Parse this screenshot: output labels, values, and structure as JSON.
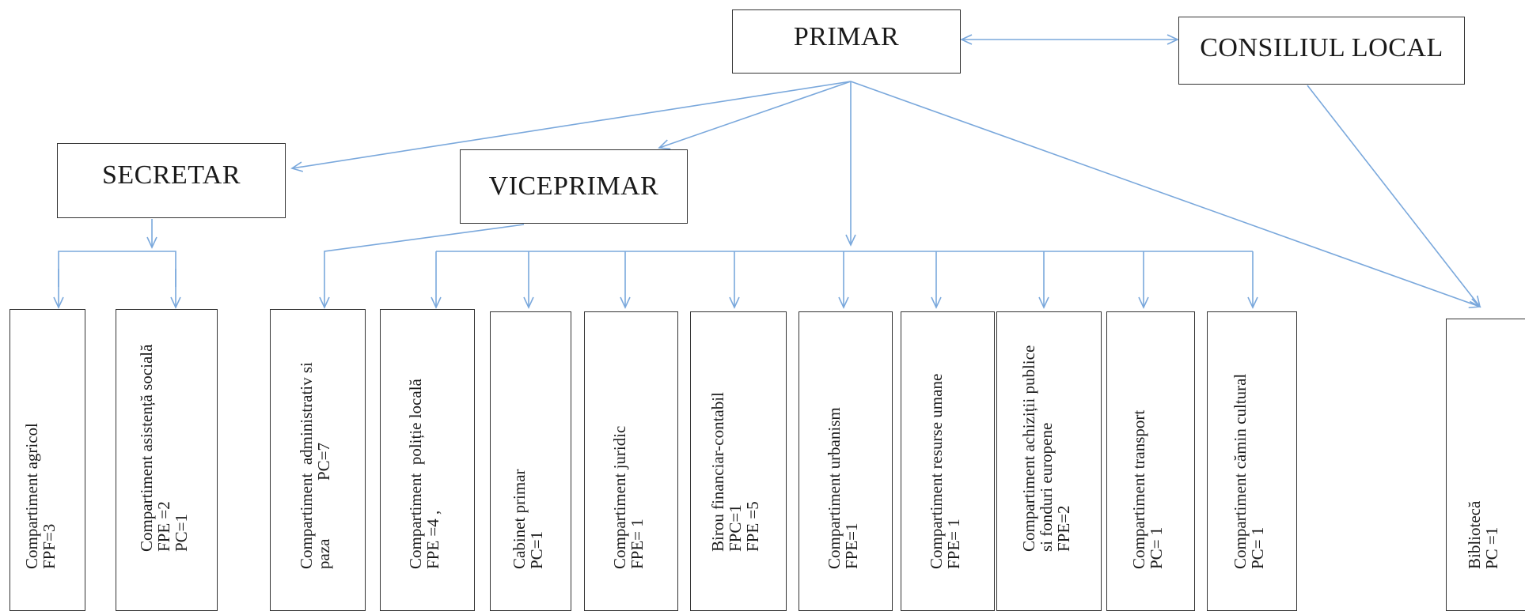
{
  "boxes": {
    "primar": "PRIMAR",
    "consiliul_local": "CONSILIUL LOCAL",
    "secretar": "SECRETAR",
    "viceprimar": "VICEPRIMAR"
  },
  "departments": [
    {
      "lines": [
        "Compartiment agricol",
        "FPF=3"
      ]
    },
    {
      "lines": [
        "Compartiment asistență socială",
        "FPE =2",
        "PC=1"
      ]
    },
    {
      "lines": [
        "Compartiment  administrativ si",
        "paza              PC=7"
      ]
    },
    {
      "lines": [
        "Compartiment  poliție locală",
        "FPE =4 ,"
      ]
    },
    {
      "lines": [
        "Cabinet primar",
        "PC=1"
      ]
    },
    {
      "lines": [
        "Compartiment juridic",
        "FPE= 1"
      ]
    },
    {
      "lines": [
        "Birou financiar-contabil",
        "FPC=1",
        "FPE =5"
      ]
    },
    {
      "lines": [
        "Compartiment urbanism",
        "FPE=1"
      ]
    },
    {
      "lines": [
        "Compartiment resurse umane",
        "FPE= 1"
      ]
    },
    {
      "lines": [
        "Compartiment achiziții publice",
        "si fonduri europene",
        "FPE=2"
      ]
    },
    {
      "lines": [
        "Compartiment transport",
        "PC= 1"
      ]
    },
    {
      "lines": [
        "Compartiment cămin cultural",
        "PC= 1"
      ]
    },
    {
      "lines": [
        "Bibliotecă",
        "PC =1"
      ]
    }
  ],
  "line_color": "#7aa8dc",
  "border_color": "#333333"
}
